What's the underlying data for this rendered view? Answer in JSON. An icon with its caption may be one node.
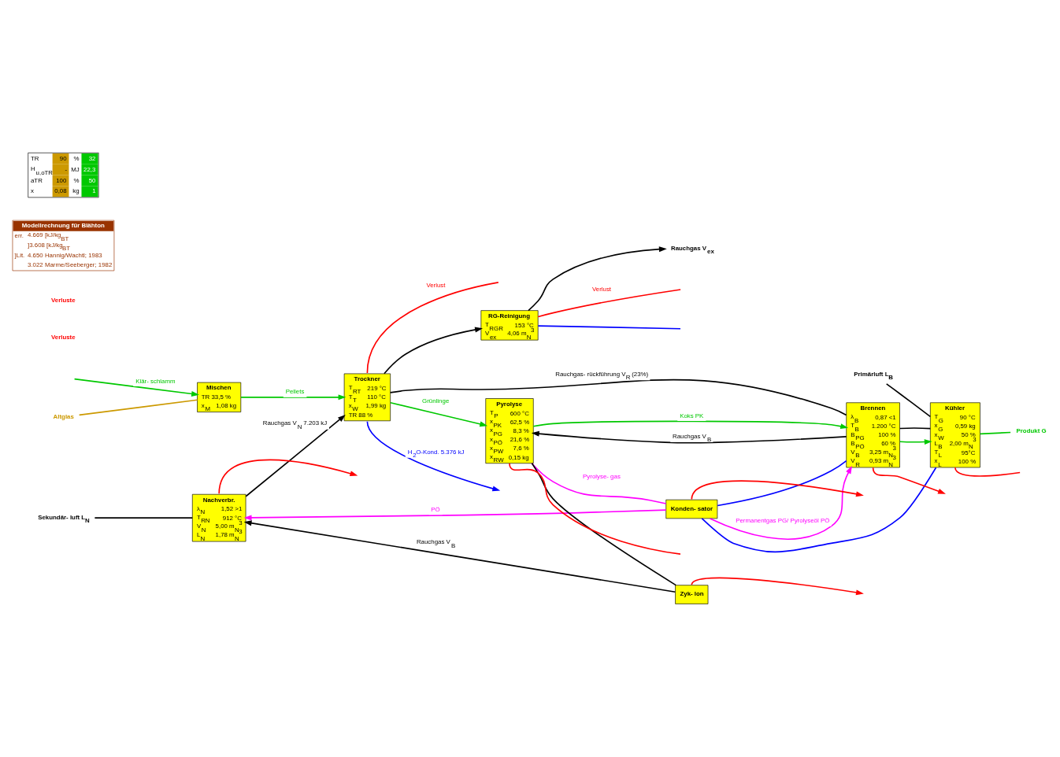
{
  "diagram": {
    "nodes": [
      {
        "text": [
          "Rauchgas V$_{ex}$"
        ]
      },
      {
        "text": [
          "RG-Reinigung",
          "T$_{RGR}$ 153 °C",
          "V$_{ex}$ 4,06 m$_{N}$$^{3}$"
        ]
      },
      {
        "text": [
          "Sekundär- luft L$_{N}$"
        ]
      },
      {
        "text": [
          "Nachverbr.",
          "λ$_{N}$ 1,52 >1",
          "T$_{RN}$ 912 °C",
          "V$_{N}$ 5,00 m$_{N}$$^{3}$",
          "L$_{N}$ 1,78 m$_{N}$$^{3}$"
        ]
      },
      {
        "text": [
          "Konden- sator"
        ]
      },
      {
        "text": [
          "Primärluft L$_{B}$"
        ]
      },
      {
        "text": [
          "Trockner",
          "T$_{RT}$ 219 °C",
          "T$_{T}$ 110 °C",
          "x$_{W}$ 1,99 kg",
          "TR 88 %"
        ]
      },
      {
        "text": [
          "Zyk- lon"
        ]
      },
      {
        "text": [
          "Pyrolyse",
          "T$_{P}$ 600 °C",
          "x$_{PK}$ 62,5 %",
          "x$_{PG}$ 8,3 %",
          "x$_{PÖ}$ 21,6 %",
          "x$_{PW}$ 7,6 %",
          "x$_{RW}$ 0,15 kg"
        ]
      },
      {
        "text": [
          "Brennen",
          "λ$_{B}$ 0,87 <1",
          "T$_{B}$ 1.200 °C",
          "B$_{PG}$ 100 %",
          "B$_{PÖ}$ 60 %",
          "V$_{B}$ 3,25 m$_{N}$$^{3}$",
          "V$_{R}$ 0,93 m$_{N}$$^{3}$"
        ]
      },
      {
        "text": [
          "Kühler",
          "T$_{G}$ 90 °C",
          "x$_{G}$ 0,59 kg",
          "x$_{W}$ 50 %",
          "L$_{B}$ 2,00 m$_{N}$$^{3}$",
          "T$_{L}$ 95°C",
          "x$_{L}$ 100 %"
        ]
      },
      {
        "text": [
          "Produkt G"
        ]
      },
      {
        "text": [
          "Mischen",
          "TR 33,5 %",
          "x$_{M}$ 1,08 kg"
        ]
      },
      {
        "text": [
          "Altglas"
        ]
      }
    ],
    "edges": [
      {
        "from": 1,
        "to": 0,
        "arrow": "to"
      },
      {
        "from": 1,
        "to": null,
        "arrow": "none",
        "label": "Verlust",
        "color": "#ff0000"
      },
      {
        "from": 1,
        "to": null,
        "arrow": "none",
        "color": "#0000ff"
      },
      {
        "from": 2,
        "to": 3,
        "arrow": "none"
      },
      {
        "from": 6,
        "to": 1,
        "arrow": "to"
      },
      {
        "from": 6,
        "to": 9,
        "arrow": "none",
        "label": "Rauchgas- rückführung V$_{R}$ (23%)"
      },
      {
        "from": 3,
        "to": null,
        "arrow": "to",
        "color": "#ff0000"
      },
      {
        "from": 7,
        "to": null,
        "arrow": "to",
        "color": "#ff0000"
      },
      {
        "from": 4,
        "to": null,
        "arrow": "to",
        "color": "#ff0000"
      },
      {
        "from": 4,
        "to": 3,
        "arrow": "to",
        "label": "PÖ",
        "color": "#ff00ff"
      },
      {
        "from": 4,
        "to": 9,
        "arrow": "to",
        "label": "Permanentgas PG/ Pyrolyseöl PÖ",
        "color": "#ff00ff"
      },
      {
        "from": 4,
        "to": 10,
        "arrow": "none",
        "color": "#0000ff"
      },
      {
        "from": 4,
        "to": 9,
        "arrow": "none",
        "color": "#0000ff"
      },
      {
        "from": 3,
        "to": 6,
        "arrow": "to",
        "label": "Rauchgas V$_{N}$ 7.203 kJ"
      },
      {
        "from": 10,
        "to": 9,
        "arrow": "none"
      },
      {
        "from": 5,
        "to": 10,
        "arrow": "none"
      },
      {
        "from": 8,
        "to": 7,
        "arrow": "none"
      },
      {
        "from": 7,
        "to": 3,
        "arrow": "to",
        "label": "Rauchgas V$_{B}$"
      },
      {
        "from": 8,
        "to": 4,
        "arrow": "none",
        "label": "Pyrolyse- gas",
        "color": "#ff00ff"
      },
      {
        "from": 9,
        "to": 8,
        "arrow": "to",
        "label": "Rauchgas V$_{B}$"
      },
      {
        "from": 6,
        "to": null,
        "arrow": "none",
        "label": "Verlust",
        "color": "#ff0000"
      },
      {
        "from": 6,
        "to": null,
        "arrow": "to",
        "label": "H$_{2}$O-Kond. 5.376 kJ",
        "color": "#0000ff"
      },
      {
        "from": 6,
        "to": 8,
        "arrow": "to",
        "label": "Grünlinge",
        "color": "#00c800"
      },
      {
        "from": 8,
        "to": 9,
        "arrow": "to",
        "label": "Koks PK",
        "color": "#00c800"
      },
      {
        "from": 9,
        "to": 10,
        "arrow": "to",
        "color": "#00c800"
      },
      {
        "from": 10,
        "to": 11,
        "arrow": "none",
        "color": "#00c800"
      },
      {
        "from": 12,
        "to": 6,
        "arrow": "to",
        "label": "Pellets",
        "color": "#00c800"
      },
      {
        "from": 13,
        "to": 12,
        "arrow": "none",
        "color": "#cc9900"
      },
      {
        "from": null,
        "to": 12,
        "arrow": "to",
        "label": "Klär- schlamm",
        "color": "#00c800"
      },
      {
        "from": 8,
        "to": null,
        "arrow": "none",
        "color": "#ff0000"
      },
      {
        "from": 9,
        "to": null,
        "arrow": "to",
        "color": "#ff0000"
      },
      {
        "from": 10,
        "to": null,
        "arrow": "none",
        "color": "#ff0000"
      }
    ],
    "labels": [
      "Verluste",
      "Verluste",
      "Modellrechnung für Blähton",
      "err.",
      "4.669 [kJ/kg$_{BT}$]",
      "3.608 [kJ/kg$_{BT}$]",
      "Lit.",
      "4.650 Hannig/Wachtl; 1983",
      "3.022 Marme/Seeberger; 1982",
      "TR",
      "90",
      "%",
      "32",
      "H$_{u,oTR}$",
      "-",
      "MJ",
      "22,3",
      "aTR",
      "100",
      "%",
      "50",
      "x",
      "0,08",
      "kg",
      "1"
    ]
  }
}
